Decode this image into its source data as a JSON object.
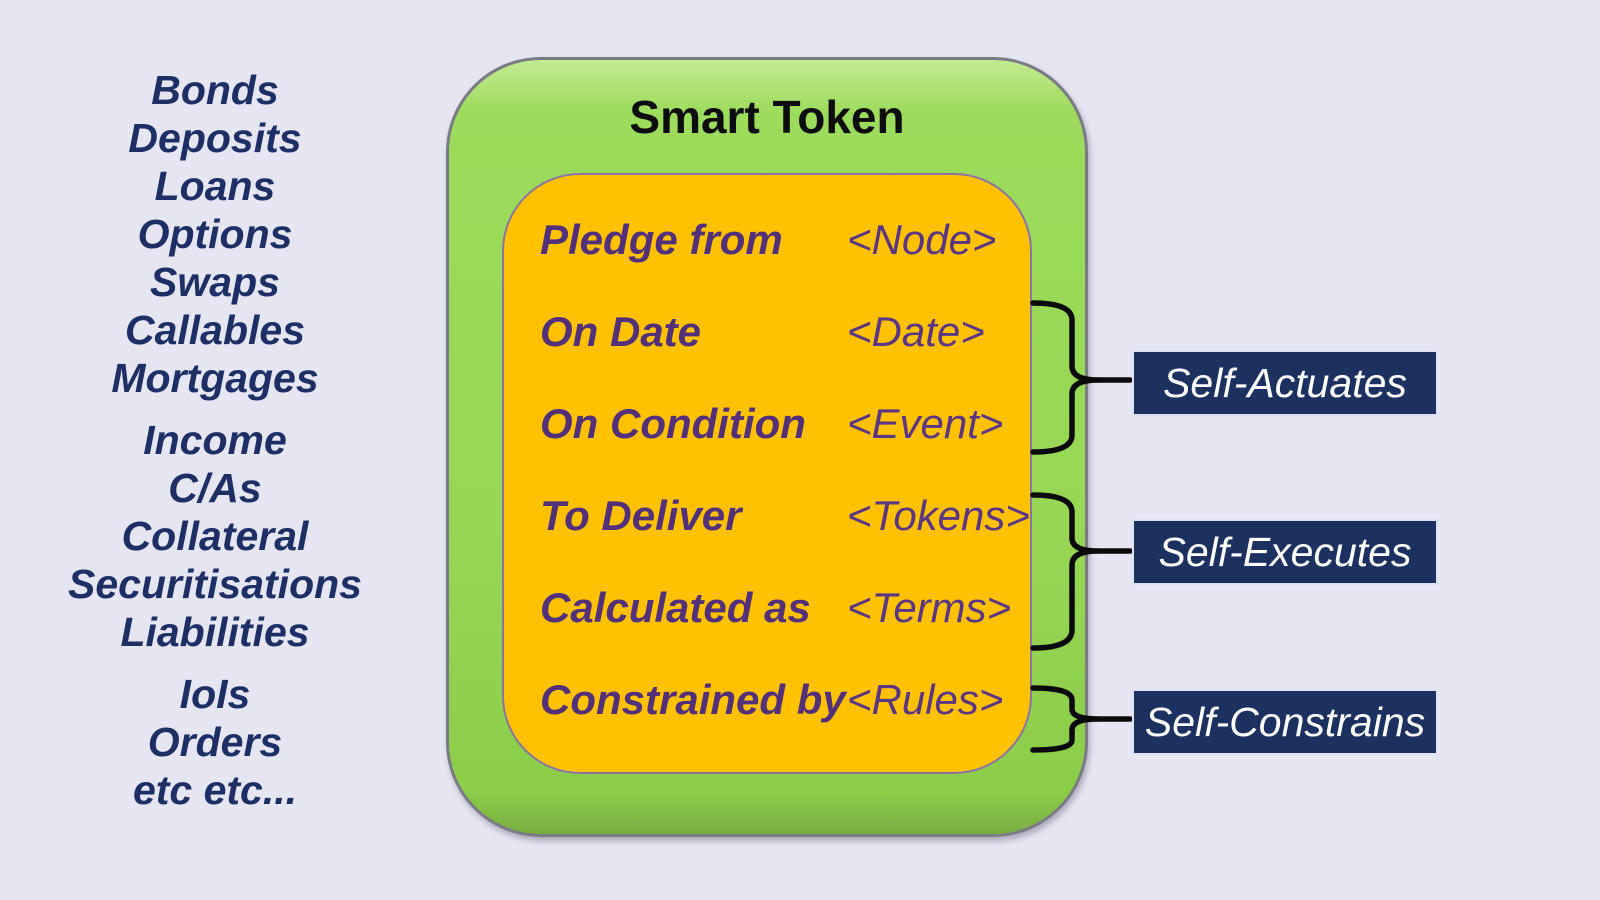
{
  "left_list": {
    "groups": [
      {
        "items": [
          "Bonds",
          "Deposits",
          "Loans",
          "Options",
          "Swaps",
          "Callables",
          "Mortgages"
        ]
      },
      {
        "items": [
          "Income",
          "C/As",
          "Collateral",
          "Securitisations",
          "Liabilities"
        ]
      },
      {
        "items": [
          "IoIs",
          "Orders",
          "etc etc..."
        ]
      }
    ]
  },
  "smart_token": {
    "title": "Smart Token",
    "fields": [
      {
        "label": "Pledge from",
        "value": "<Node>"
      },
      {
        "label": "On Date",
        "value": "<Date>"
      },
      {
        "label": "On Condition",
        "value": "<Event>"
      },
      {
        "label": "To Deliver",
        "value": "<Tokens>"
      },
      {
        "label": "Calculated as",
        "value": "<Terms>"
      },
      {
        "label": "Constrained by",
        "value": "<Rules>"
      }
    ]
  },
  "callouts": [
    {
      "label": "Self-Actuates"
    },
    {
      "label": "Self-Executes"
    },
    {
      "label": "Self-Constrains"
    }
  ],
  "colors": {
    "background": "#e6e6f2",
    "token_green": "#97d755",
    "fields_orange": "#ffc100",
    "field_text_purple": "#53307a",
    "left_text_navy": "#1e2f66",
    "callout_navy": "#1d3160",
    "callout_text": "#ffffff",
    "brace_black": "#0a0a0a"
  }
}
